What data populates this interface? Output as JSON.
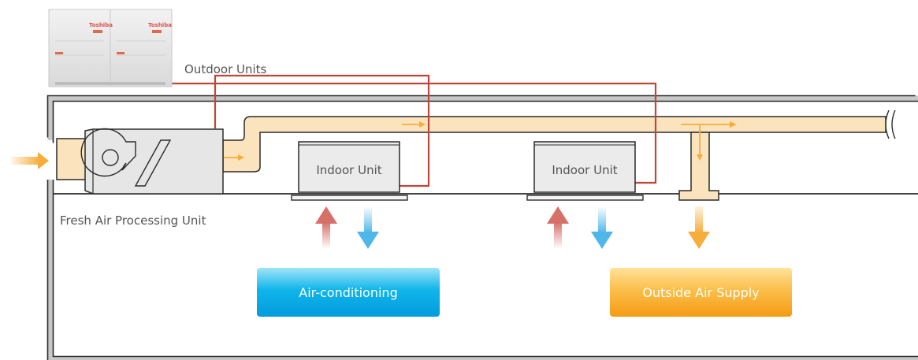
{
  "labels": {
    "outdoor_units": "Outdoor Units",
    "fresh_air_unit": "Fresh Air Processing Unit",
    "indoor_unit_1": "Indoor Unit",
    "indoor_unit_2": "Indoor Unit"
  },
  "legend": {
    "air_conditioning": "Air-conditioning",
    "outside_air_supply": "Outside Air Supply"
  },
  "outdoor_unit_brand": [
    "Toshiba",
    "Toshiba"
  ],
  "colors": {
    "refrigerant_pipe": "#c0453a",
    "duct_fill": "#fbe3bd",
    "duct_outline": "#2b2b2b",
    "fresh_air_arrow": "#f7ad3c",
    "warm_air_arrow": "#d8706a",
    "cool_air_arrow": "#4fb6ea",
    "air_conditioning_box": "#0fb0e8",
    "outside_air_box": "#f7a523",
    "building_wall": "#c8c8c8",
    "unit_body": "#ebebeb"
  }
}
